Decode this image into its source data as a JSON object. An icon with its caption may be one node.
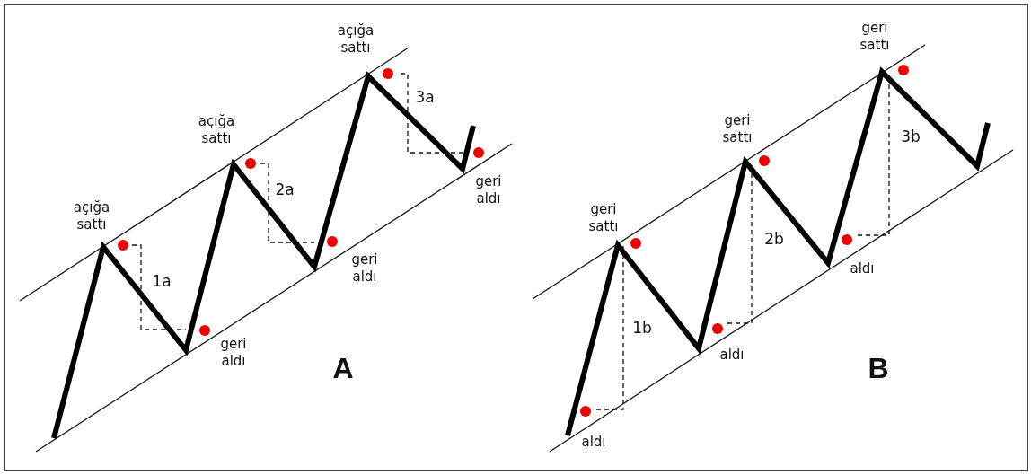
{
  "diagram": {
    "labels": [
      "açığa sattı",
      "açığa sattı",
      "açığa sattı",
      "1a",
      "2a",
      "3a",
      "geri aldı",
      "geri aldı",
      "geri aldı",
      "A",
      "geri sattı",
      "geri sattı",
      "geri sattı",
      "1b",
      "2b",
      "3b",
      "aldı",
      "aldı",
      "aldı",
      "B"
    ]
  }
}
